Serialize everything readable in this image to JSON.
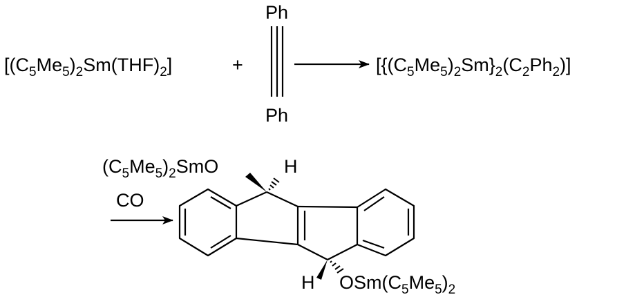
{
  "reactions": [
    {
      "reactant_1": {
        "parts": [
          {
            "t": "[(C",
            "sub": false
          },
          {
            "t": "5",
            "sub": true
          },
          {
            "t": "Me",
            "sub": false
          },
          {
            "t": "5",
            "sub": true
          },
          {
            "t": ")",
            "sub": false
          },
          {
            "t": "2",
            "sub": true
          },
          {
            "t": "Sm(THF)",
            "sub": false
          },
          {
            "t": "2",
            "sub": true
          },
          {
            "t": "]",
            "sub": false
          }
        ]
      },
      "plus": "+",
      "reactant_2": {
        "top_substituent": "Ph",
        "bottom_substituent": "Ph",
        "bond": "triple"
      },
      "product": {
        "parts": [
          {
            "t": "[{(C",
            "sub": false
          },
          {
            "t": "5",
            "sub": true
          },
          {
            "t": "Me",
            "sub": false
          },
          {
            "t": "5",
            "sub": true
          },
          {
            "t": ")",
            "sub": false
          },
          {
            "t": "2",
            "sub": true
          },
          {
            "t": "Sm}",
            "sub": false
          },
          {
            "t": "2",
            "sub": true
          },
          {
            "t": "(C",
            "sub": false
          },
          {
            "t": "2",
            "sub": true
          },
          {
            "t": "Ph",
            "sub": false
          },
          {
            "t": "2",
            "sub": true
          },
          {
            "t": ")]",
            "sub": false
          }
        ]
      }
    },
    {
      "reagent": "CO",
      "product": {
        "top_group": {
          "parts": [
            {
              "t": "(C",
              "sub": false
            },
            {
              "t": "5",
              "sub": true
            },
            {
              "t": "Me",
              "sub": false
            },
            {
              "t": "5",
              "sub": true
            },
            {
              "t": ")",
              "sub": false
            },
            {
              "t": "2",
              "sub": true
            },
            {
              "t": "SmO",
              "sub": false
            }
          ]
        },
        "top_h": "H",
        "bottom_h": "H",
        "bottom_group": {
          "parts": [
            {
              "t": "OSm(C",
              "sub": false
            },
            {
              "t": "5",
              "sub": true
            },
            {
              "t": "Me",
              "sub": false
            },
            {
              "t": "5",
              "sub": true
            },
            {
              "t": ")",
              "sub": false
            },
            {
              "t": "2",
              "sub": true
            }
          ]
        }
      }
    }
  ]
}
